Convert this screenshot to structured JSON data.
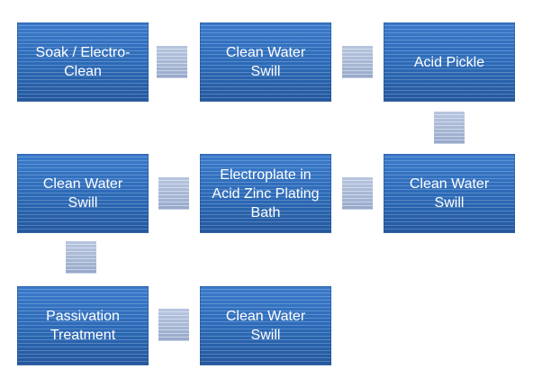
{
  "diagram": {
    "steps": [
      {
        "id": "soak-electro-clean",
        "label": "Soak / Electro-\nClean"
      },
      {
        "id": "clean-water-swill-1",
        "label": "Clean Water\nSwill"
      },
      {
        "id": "acid-pickle",
        "label": "Acid Pickle"
      },
      {
        "id": "clean-water-swill-2",
        "label": "Clean Water\nSwill"
      },
      {
        "id": "electroplate",
        "label": "Electroplate in\nAcid Zinc Plating\nBath"
      },
      {
        "id": "clean-water-swill-3",
        "label": "Clean Water\nSwill"
      },
      {
        "id": "passivation-treatment",
        "label": "Passivation\nTreatment"
      },
      {
        "id": "clean-water-swill-4",
        "label": "Clean Water\nSwill"
      }
    ],
    "colors": {
      "step_fill": "#2d6cb8",
      "connector_fill": "#aab9d6",
      "text": "#ffffff"
    }
  }
}
